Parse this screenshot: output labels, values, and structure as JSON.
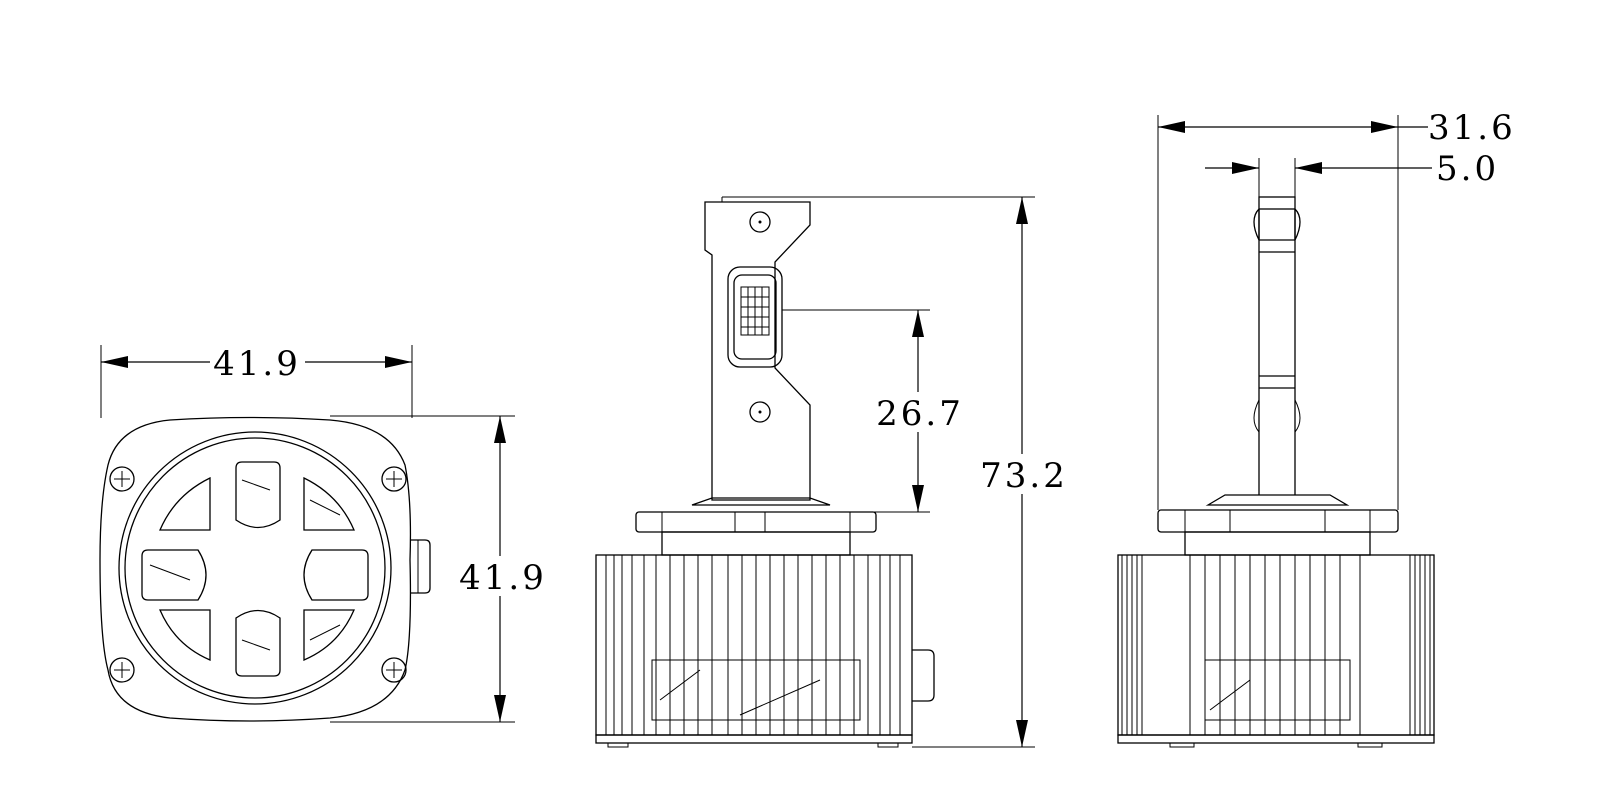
{
  "dimensions": {
    "front_width": "41.9",
    "front_height": "41.9",
    "side_chip_height": "26.7",
    "side_total_height": "73.2",
    "top_width": "31.6",
    "top_stem_width": "5.0"
  }
}
